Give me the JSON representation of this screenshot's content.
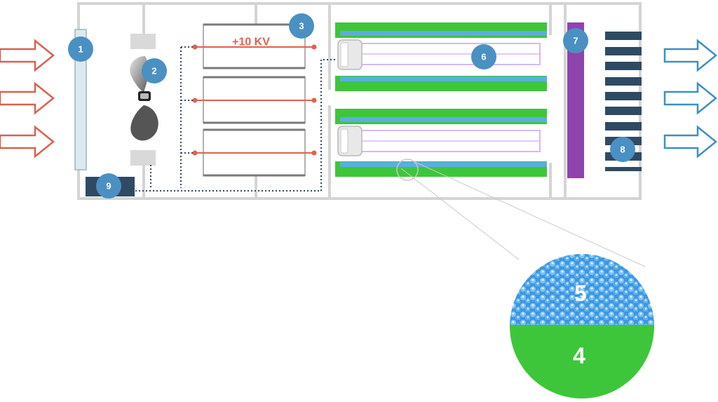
{
  "labels": {
    "voltage": "+10 KV",
    "badge_1": "1",
    "badge_2": "2",
    "badge_3": "3",
    "badge_4": "4",
    "badge_5": "5",
    "badge_6": "6",
    "badge_7": "7",
    "badge_8": "8",
    "badge_9": "9"
  },
  "colors": {
    "inlet_arrow": "#d9614f",
    "outlet_arrow": "#3d8fc4",
    "badge": "#4a90c2",
    "frame": "#d4d4d4",
    "high_voltage": "#e0604e",
    "media_green": "#3ec63a",
    "media_blue": "#5aaee0",
    "uv_lamp": "#d9b8f0",
    "catalyst_purple": "#8e44ad",
    "grille": "#2f4a63",
    "wire_dotted": "#2f4a63",
    "prefilter": "#dce9ef"
  },
  "icons": [
    "inlet-arrow-icon",
    "outlet-arrow-icon",
    "fan-icon",
    "uv-lamp-icon",
    "magnifier-zoom-icon"
  ]
}
